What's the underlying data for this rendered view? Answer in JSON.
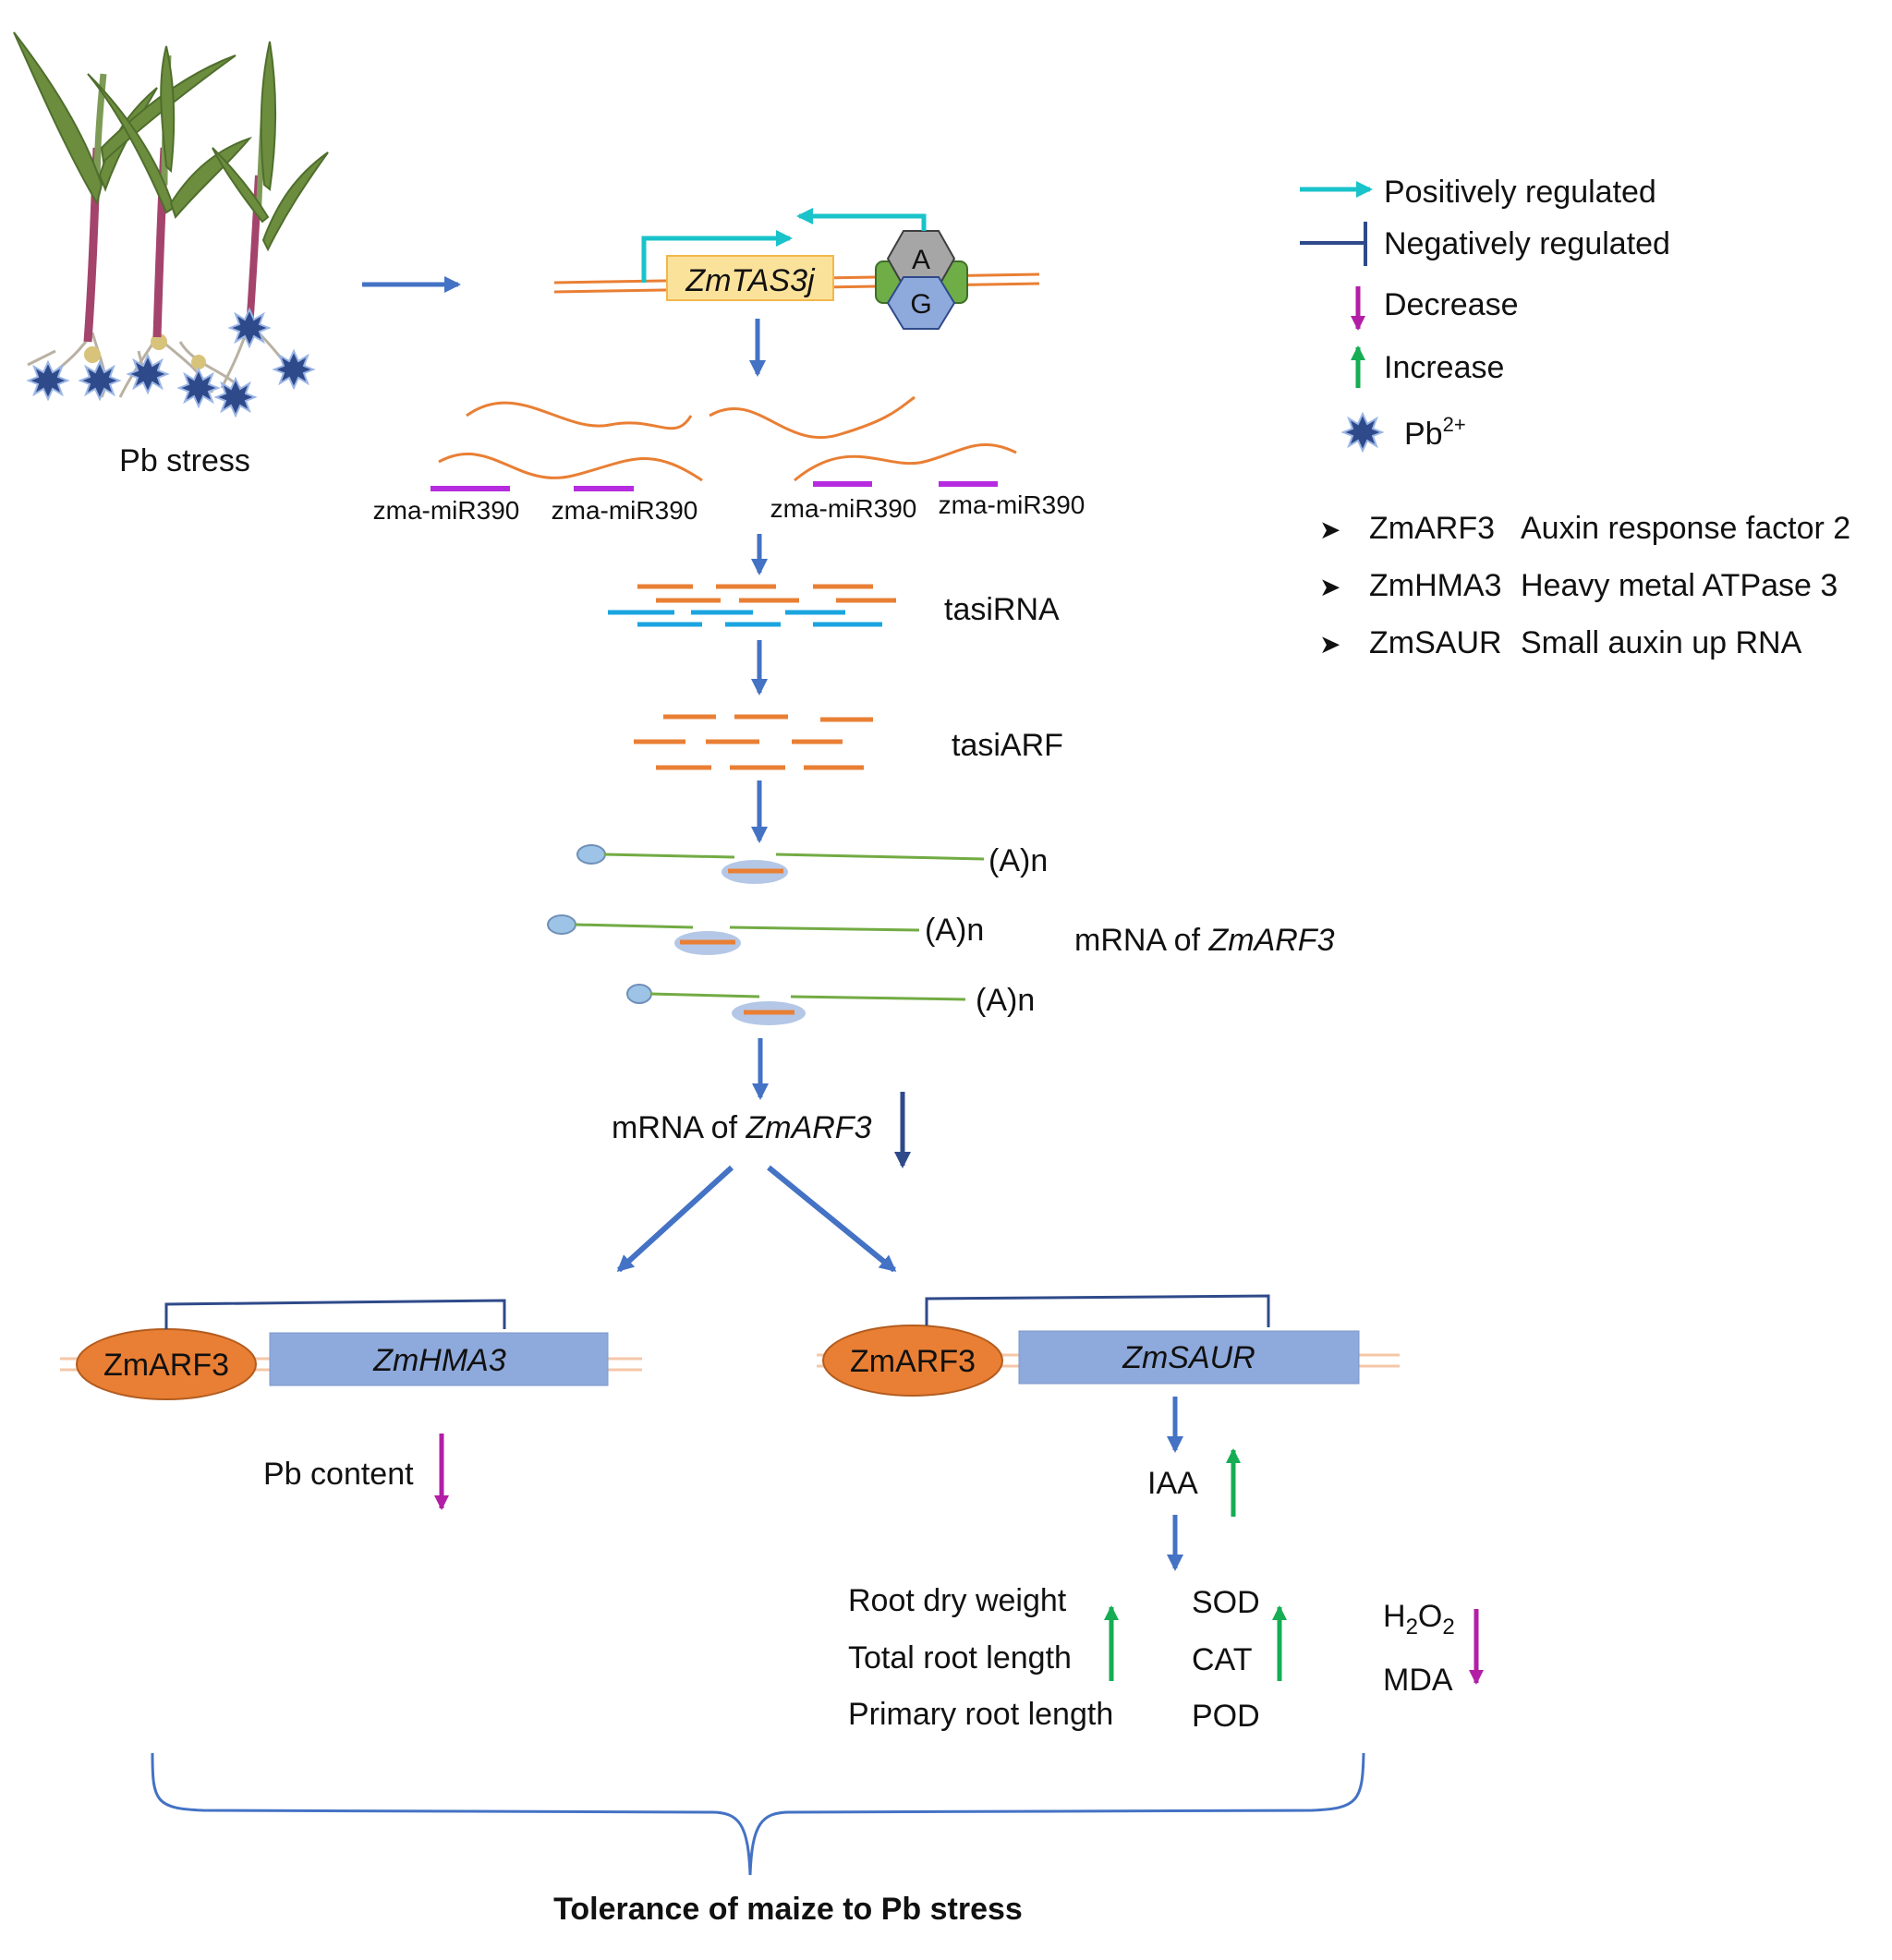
{
  "plant": {
    "label": "Pb stress"
  },
  "gene": {
    "tas3": "ZmTAS3j",
    "hex_top": "A",
    "hex_bottom": "G"
  },
  "mirna": {
    "labels": [
      "zma-miR390",
      "zma-miR390",
      "zma-miR390",
      "zma-miR390"
    ]
  },
  "stages": {
    "tasirna": "tasiRNA",
    "tasiarf": "tasiARF",
    "polya": "(A)n"
  },
  "mrna": {
    "prefix": "mRNA of ",
    "gene": "ZmARF3"
  },
  "left_branch": {
    "protein": "ZmARF3",
    "gene": "ZmHMA3",
    "effect": "Pb content"
  },
  "right_branch": {
    "protein": "ZmARF3",
    "gene": "ZmSAUR",
    "hormone": "IAA",
    "root_traits": [
      "Root dry weight",
      "Total root length",
      "Primary root length"
    ],
    "enzymes": [
      "SOD",
      "CAT",
      "POD"
    ],
    "h2o2": {
      "main": "H",
      "sub1": "2",
      "mid": "O",
      "sub2": "2"
    },
    "mda": "MDA"
  },
  "conclusion": "Tolerance of maize to Pb stress",
  "legend": {
    "positive": "Positively regulated",
    "negative": "Negatively regulated",
    "decrease": "Decrease",
    "increase": "Increase",
    "pb_base": "Pb",
    "pb_sup": "2+"
  },
  "definitions": [
    {
      "abbr": "ZmARF3",
      "full": "Auxin response factor 2"
    },
    {
      "abbr": "ZmHMA3",
      "full": "Heavy metal ATPase 3"
    },
    {
      "abbr": "ZmSAUR",
      "full": "Small auxin up RNA"
    }
  ],
  "colors": {
    "flow_arrow": "#4472c4",
    "positive": "#19c3c9",
    "negative": "#2f4a8a",
    "decrease": "#b21fa6",
    "increase": "#16ad54",
    "orange": "#e97f34",
    "blue_box": "#8ea9db",
    "mrna_line": "#72ab44",
    "mirna_bar": "#b62be0",
    "tasirna_blue": "#1aa5e0",
    "star": "#2f4a8a"
  }
}
